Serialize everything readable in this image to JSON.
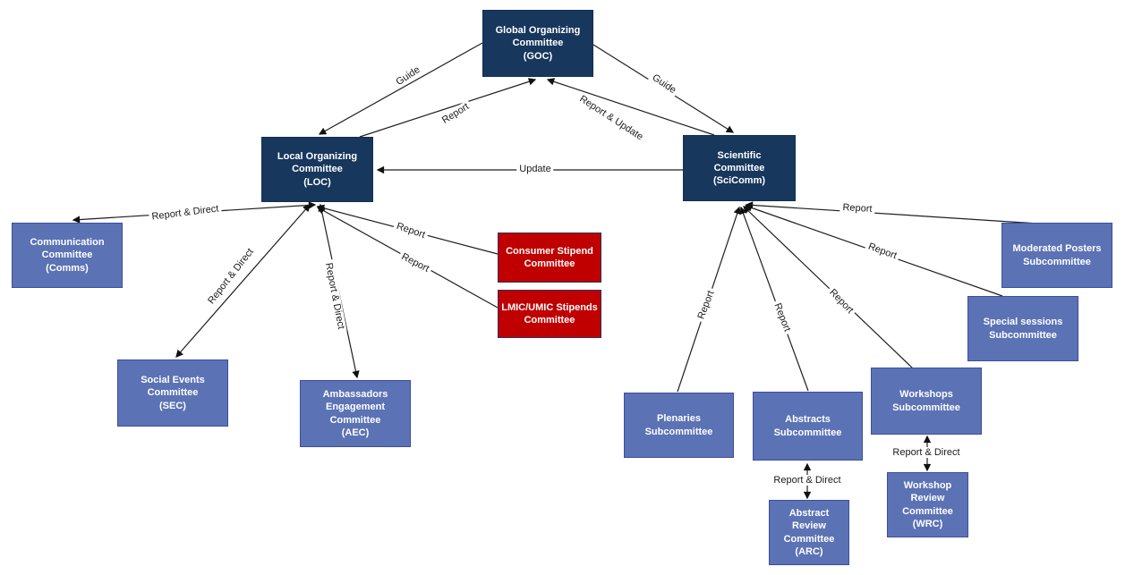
{
  "diagram": {
    "type": "org-chart",
    "colors": {
      "parent_committee": "#17375d",
      "subcommittee": "#5b72b4",
      "stipend_committee": "#c00000",
      "connector": "#1f1f1f"
    }
  },
  "nodes": {
    "goc": {
      "lines": [
        "Global Organizing",
        "Committee",
        "(GOC)"
      ]
    },
    "loc": {
      "lines": [
        "Local Organizing",
        "Committee",
        "(LOC)"
      ]
    },
    "scicomm": {
      "lines": [
        "Scientific",
        "Committee",
        "(SciComm)"
      ]
    },
    "comms": {
      "lines": [
        "Communication",
        "Committee",
        "(Comms)"
      ]
    },
    "consumer": {
      "lines": [
        "Consumer Stipend",
        "Committee"
      ]
    },
    "lmic": {
      "lines": [
        "LMIC/UMIC Stipends",
        "Committee"
      ]
    },
    "sec": {
      "lines": [
        "Social Events",
        "Committee",
        "(SEC)"
      ]
    },
    "aec": {
      "lines": [
        "Ambassadors",
        "Engagement",
        "Committee",
        "(AEC)"
      ]
    },
    "plenaries": {
      "lines": [
        "Plenaries",
        "Subcommittee"
      ]
    },
    "abstracts": {
      "lines": [
        "Abstracts",
        "Subcommittee"
      ]
    },
    "workshops": {
      "lines": [
        "Workshops",
        "Subcommittee"
      ]
    },
    "special": {
      "lines": [
        "Special sessions",
        "Subcommittee"
      ]
    },
    "moderated": {
      "lines": [
        "Moderated Posters",
        "Subcommittee"
      ]
    },
    "arc": {
      "lines": [
        "Abstract",
        "Review",
        "Committee",
        "(ARC)"
      ]
    },
    "wrc": {
      "lines": [
        "Workshop",
        "Review",
        "Committee",
        "(WRC)"
      ]
    }
  },
  "edges": {
    "guide_left": {
      "label": "Guide",
      "from": "goc",
      "to": "loc"
    },
    "report_loc_goc": {
      "label": "Report",
      "from": "loc",
      "to": "goc"
    },
    "guide_right": {
      "label": "Guide",
      "from": "goc",
      "to": "scicomm"
    },
    "report_update": {
      "label": "Report & Update",
      "from": "scicomm",
      "to": "goc"
    },
    "update": {
      "label": "Update",
      "from": "scicomm",
      "to": "loc"
    },
    "rd_comms": {
      "label": "Report & Direct",
      "from": "loc",
      "to": "comms"
    },
    "rd_sec": {
      "label": "Report & Direct",
      "from": "loc",
      "to": "sec"
    },
    "rd_aec": {
      "label": "Report & Direct",
      "from": "loc",
      "to": "aec"
    },
    "report_consumer": {
      "label": "Report",
      "from": "consumer",
      "to": "loc"
    },
    "report_lmic": {
      "label": "Report",
      "from": "lmic",
      "to": "loc"
    },
    "report_plenaries": {
      "label": "Report",
      "from": "plenaries",
      "to": "scicomm"
    },
    "report_abstracts": {
      "label": "Report",
      "from": "abstracts",
      "to": "scicomm"
    },
    "report_workshops": {
      "label": "Report",
      "from": "workshops",
      "to": "scicomm"
    },
    "report_special": {
      "label": "Report",
      "from": "special",
      "to": "scicomm"
    },
    "report_moderated": {
      "label": "Report",
      "from": "moderated",
      "to": "scicomm"
    },
    "rd_arc": {
      "label": "Report & Direct",
      "from": "abstracts",
      "to": "arc"
    },
    "rd_wrc": {
      "label": "Report & Direct",
      "from": "workshops",
      "to": "wrc"
    }
  }
}
